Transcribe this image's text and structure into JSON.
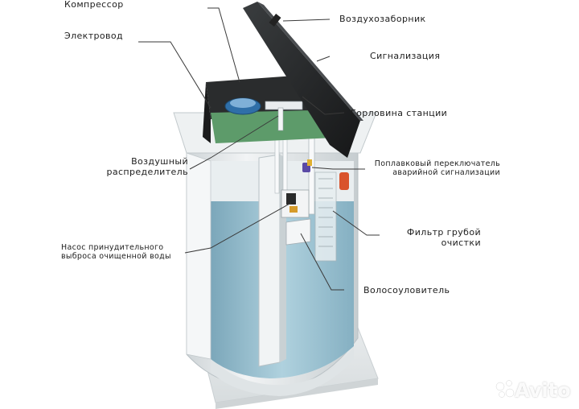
{
  "labels": {
    "compressor": "Компрессор",
    "air_intake": "Воздухозаборник",
    "electric_wire": "Электровод",
    "alarm": "Сигнализация",
    "station_neck": "Горловина станции",
    "air_distributor_1": "Воздушный",
    "air_distributor_2": "распределитель",
    "float_switch_1": "Поплавковый переключатель",
    "float_switch_2": "аварийной сигнализации",
    "coarse_filter_1": "Фильтр грубой",
    "coarse_filter_2": "очистки",
    "pump_1": "Насос принудительного",
    "pump_2": "выброса очищенной воды",
    "hair_trap": "Волосоуловитель"
  },
  "watermark": {
    "brand": "Avito"
  },
  "colors": {
    "tank_body": "#e4e8ea",
    "water": "#7fb3c9",
    "lid": "#2b2d2e",
    "green_board": "#5d9b6a",
    "alarm_lamp": "#d9532c"
  }
}
